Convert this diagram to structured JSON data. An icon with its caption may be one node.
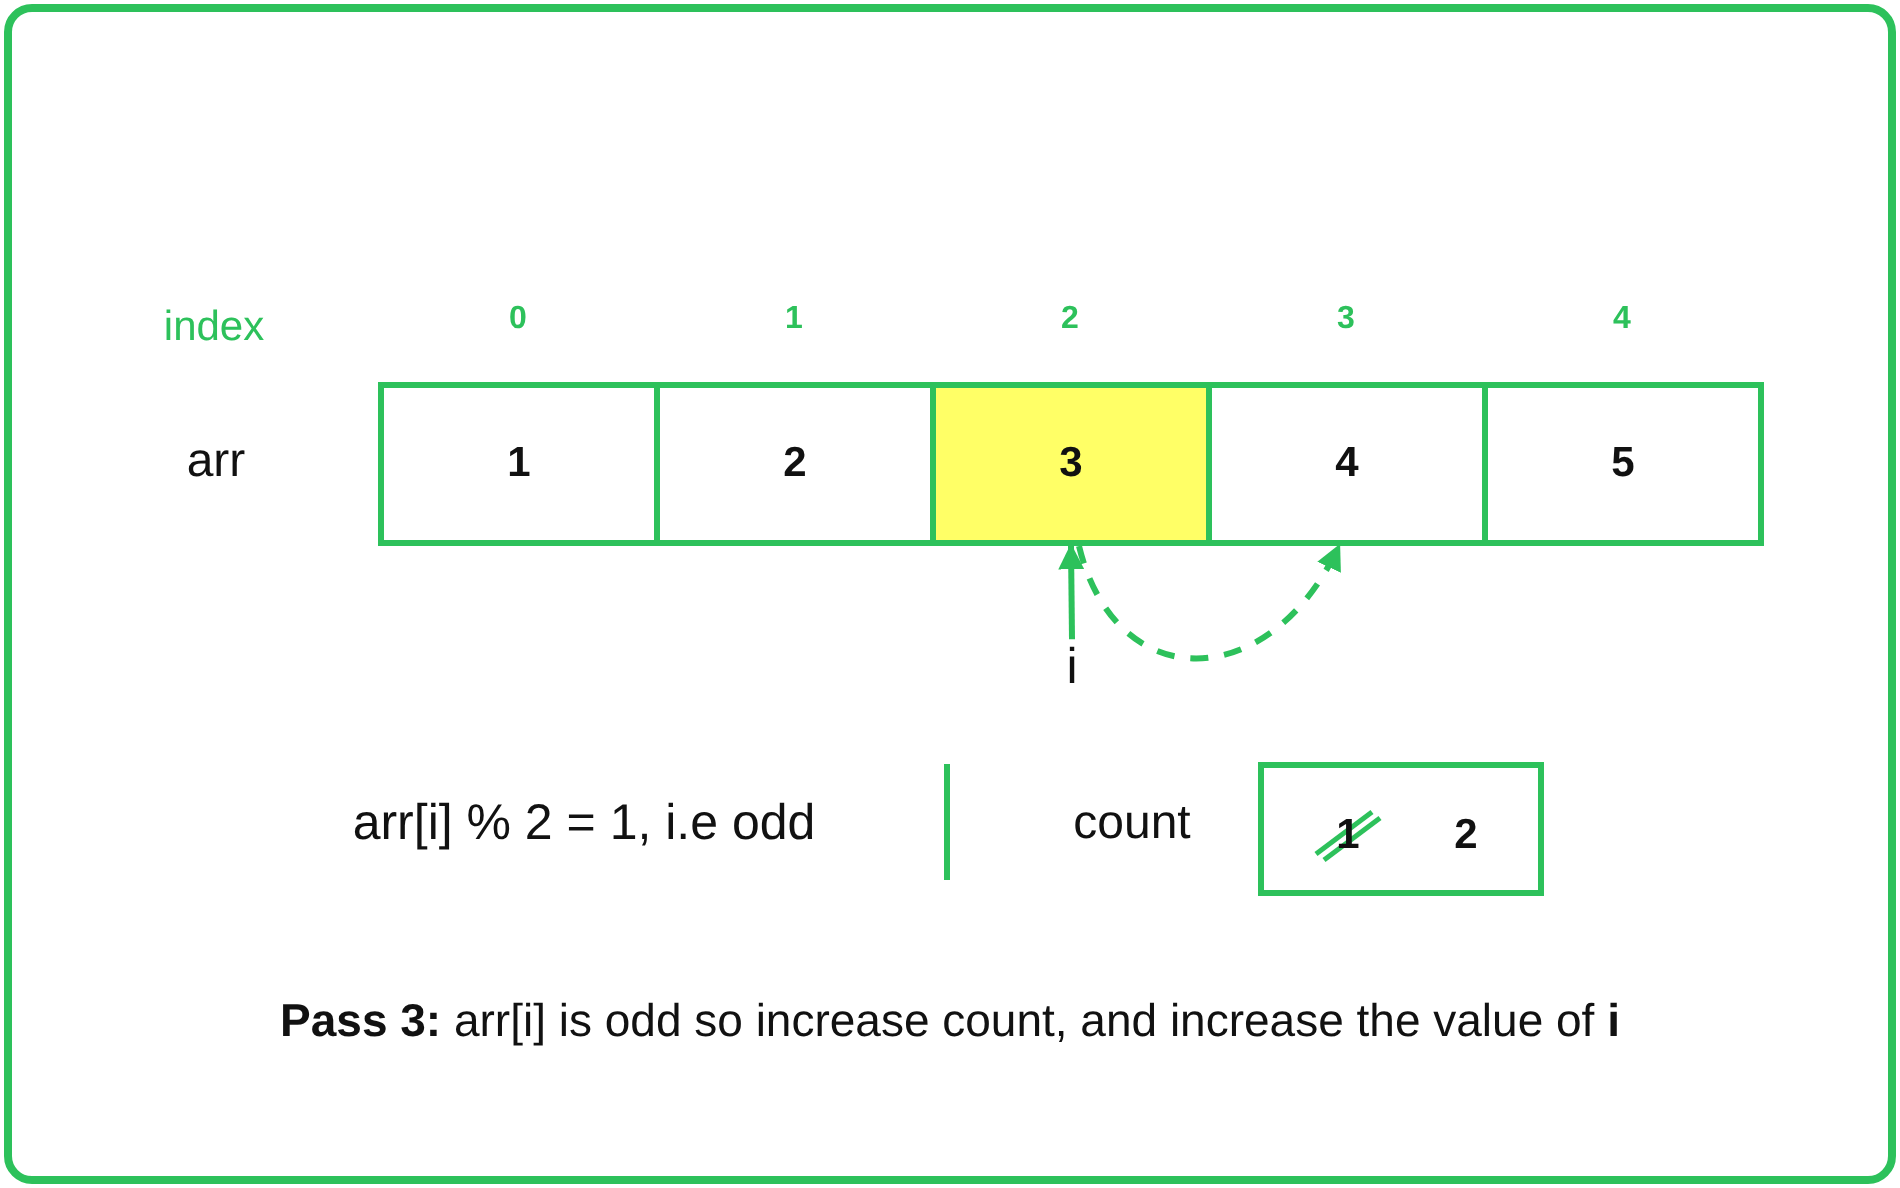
{
  "diagram": {
    "caption": "**Pass 3:** arr[i] is odd so increase count, and increase the value of **i**",
    "nodes": [
      {
        "text": [
          "1"
        ]
      },
      {
        "text": [
          "2"
        ]
      },
      {
        "text": [
          "3"
        ]
      },
      {
        "text": [
          "4"
        ]
      },
      {
        "text": [
          "5"
        ]
      },
      {
        "text": [
          "i"
        ]
      },
      {
        "text": [
          "1",
          "2"
        ],
        "beside": [
          "count"
        ]
      }
    ],
    "edges": [
      {
        "from": 5,
        "to": 2,
        "arrow": "to"
      },
      {
        "from": 2,
        "to": 3,
        "arrow": "to",
        "style": "dashed"
      }
    ],
    "labels": [
      "index",
      "0",
      "1",
      "2",
      "3",
      "4",
      "arr",
      "arr[i] % 2 = 1, i.e odd"
    ]
  }
}
